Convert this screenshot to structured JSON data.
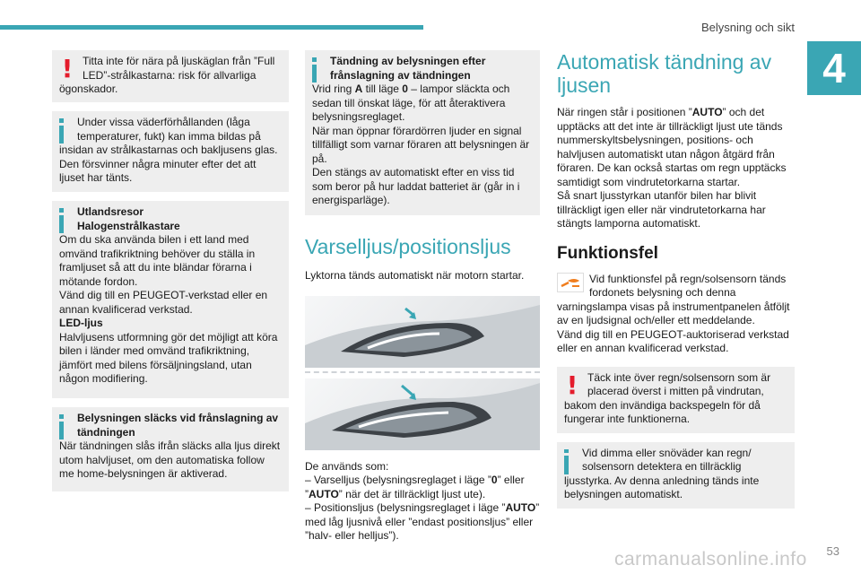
{
  "header": {
    "title": "Belysning och sikt",
    "chapter": "4",
    "page": "53"
  },
  "col1": {
    "n1": {
      "text": "Titta inte för nära på ljuskäglan från ”Full LED”-strålkastarna: risk för allvarliga ögonskador."
    },
    "n2": {
      "text": "Under vissa väderförhållanden (låga temperaturer, fukt) kan imma bildas på insidan av strålkastarnas och bakljusens glas. Den försvinner några minuter efter det att ljuset har tänts."
    },
    "n3": {
      "h1": "Utlandsresor",
      "h2": "Halogenstrålkastare",
      "p1": "Om du ska använda bilen i ett land med omvänd trafikriktning behöver du ställa in framljuset så att du inte bländar förarna i mötande fordon.",
      "p2": "Vänd dig till en PEUGEOT-verkstad eller en annan kvalificerad verkstad.",
      "h3": "LED-ljus",
      "p3": "Halvljusens utformning gör det möjligt att köra bilen i länder med omvänd trafikriktning, jämfört med bilens försäljningsland, utan någon modifiering."
    },
    "n4": {
      "h1": "Belysningen släcks vid frånslagning av tändningen",
      "p1": "När tändningen slås ifrån släcks alla ljus direkt utom halvljuset, om den automatiska follow me home-belysningen är aktiverad."
    }
  },
  "col2": {
    "n1": {
      "h1": "Tändning av belysningen efter frånslagning av tändningen",
      "p1a": "Vrid ring ",
      "p1b": "A",
      "p1c": " till läge ",
      "p1d": "0",
      "p1e": " – lampor släckta och sedan till önskat läge, för att återaktivera belysningsreglaget.",
      "p2": "När man öppnar förardörren ljuder en signal tillfälligt som varnar föraren att belysningen är på.",
      "p3": "Den stängs av automatiskt efter en viss tid som beror på hur laddat batteriet är (går in i energisparläge)."
    },
    "section_title": "Varselljus/positionsljus",
    "intro": "Lyktorna tänds automatiskt när motorn startar.",
    "used_label": "De används som:",
    "item1a": "– Varselljus (belysningsreglaget i läge ”",
    "item1b": "0",
    "item1c": "” eller ”",
    "item1d": "AUTO",
    "item1e": "” när det är tillräckligt ljust ute).",
    "item2a": "– Positionsljus (belysningsreglaget i läge ”",
    "item2b": "AUTO",
    "item2c": "” med låg ljusnivå eller ”endast positionsljus” eller ”halv- eller helljus”)."
  },
  "col3": {
    "section_title": "Automatisk tändning av ljusen",
    "p1a": "När ringen står i positionen ”",
    "p1b": "AUTO",
    "p1c": "” och det upptäcks att det inte är tillräckligt ljust ute tänds nummerskyltsbelysningen, positions- och halvljusen automatiskt utan någon åtgärd från föraren. De kan också startas om regn upptäcks samtidigt som vindrutetorkarna startar.",
    "p2": "Så snart ljusstyrkan utanför bilen har blivit tillräckligt igen eller när vindrutetorkarna har stängts lamporna automatiskt.",
    "sub_title": "Funktionsfel",
    "func_text": "Vid funktionsfel på regn/solsensorn tänds fordonets belysning och denna varningslampa visas på instrumentpanelen åtföljt av en ljudsignal och/eller ett meddelande.",
    "func_text2": "Vänd dig till en PEUGEOT-auktoriserad verkstad eller en annan kvalificerad verkstad.",
    "n1": "Täck inte över regn/solsensorn som är placerad överst i mitten på vindrutan, bakom den invändiga backspegeln för då fungerar inte funktionerna.",
    "n2": "Vid dimma eller snöväder kan regn/ solsensorn detektera en tillräcklig ljusstyrka. Av denna anledning tänds inte belysningen automatiskt."
  },
  "watermark": "carmanualsonline.info",
  "colors": {
    "accent": "#3aa6b4",
    "warning": "#e41c2c",
    "note_bg": "#eeeeee",
    "func_icon": "#f07e1e"
  }
}
